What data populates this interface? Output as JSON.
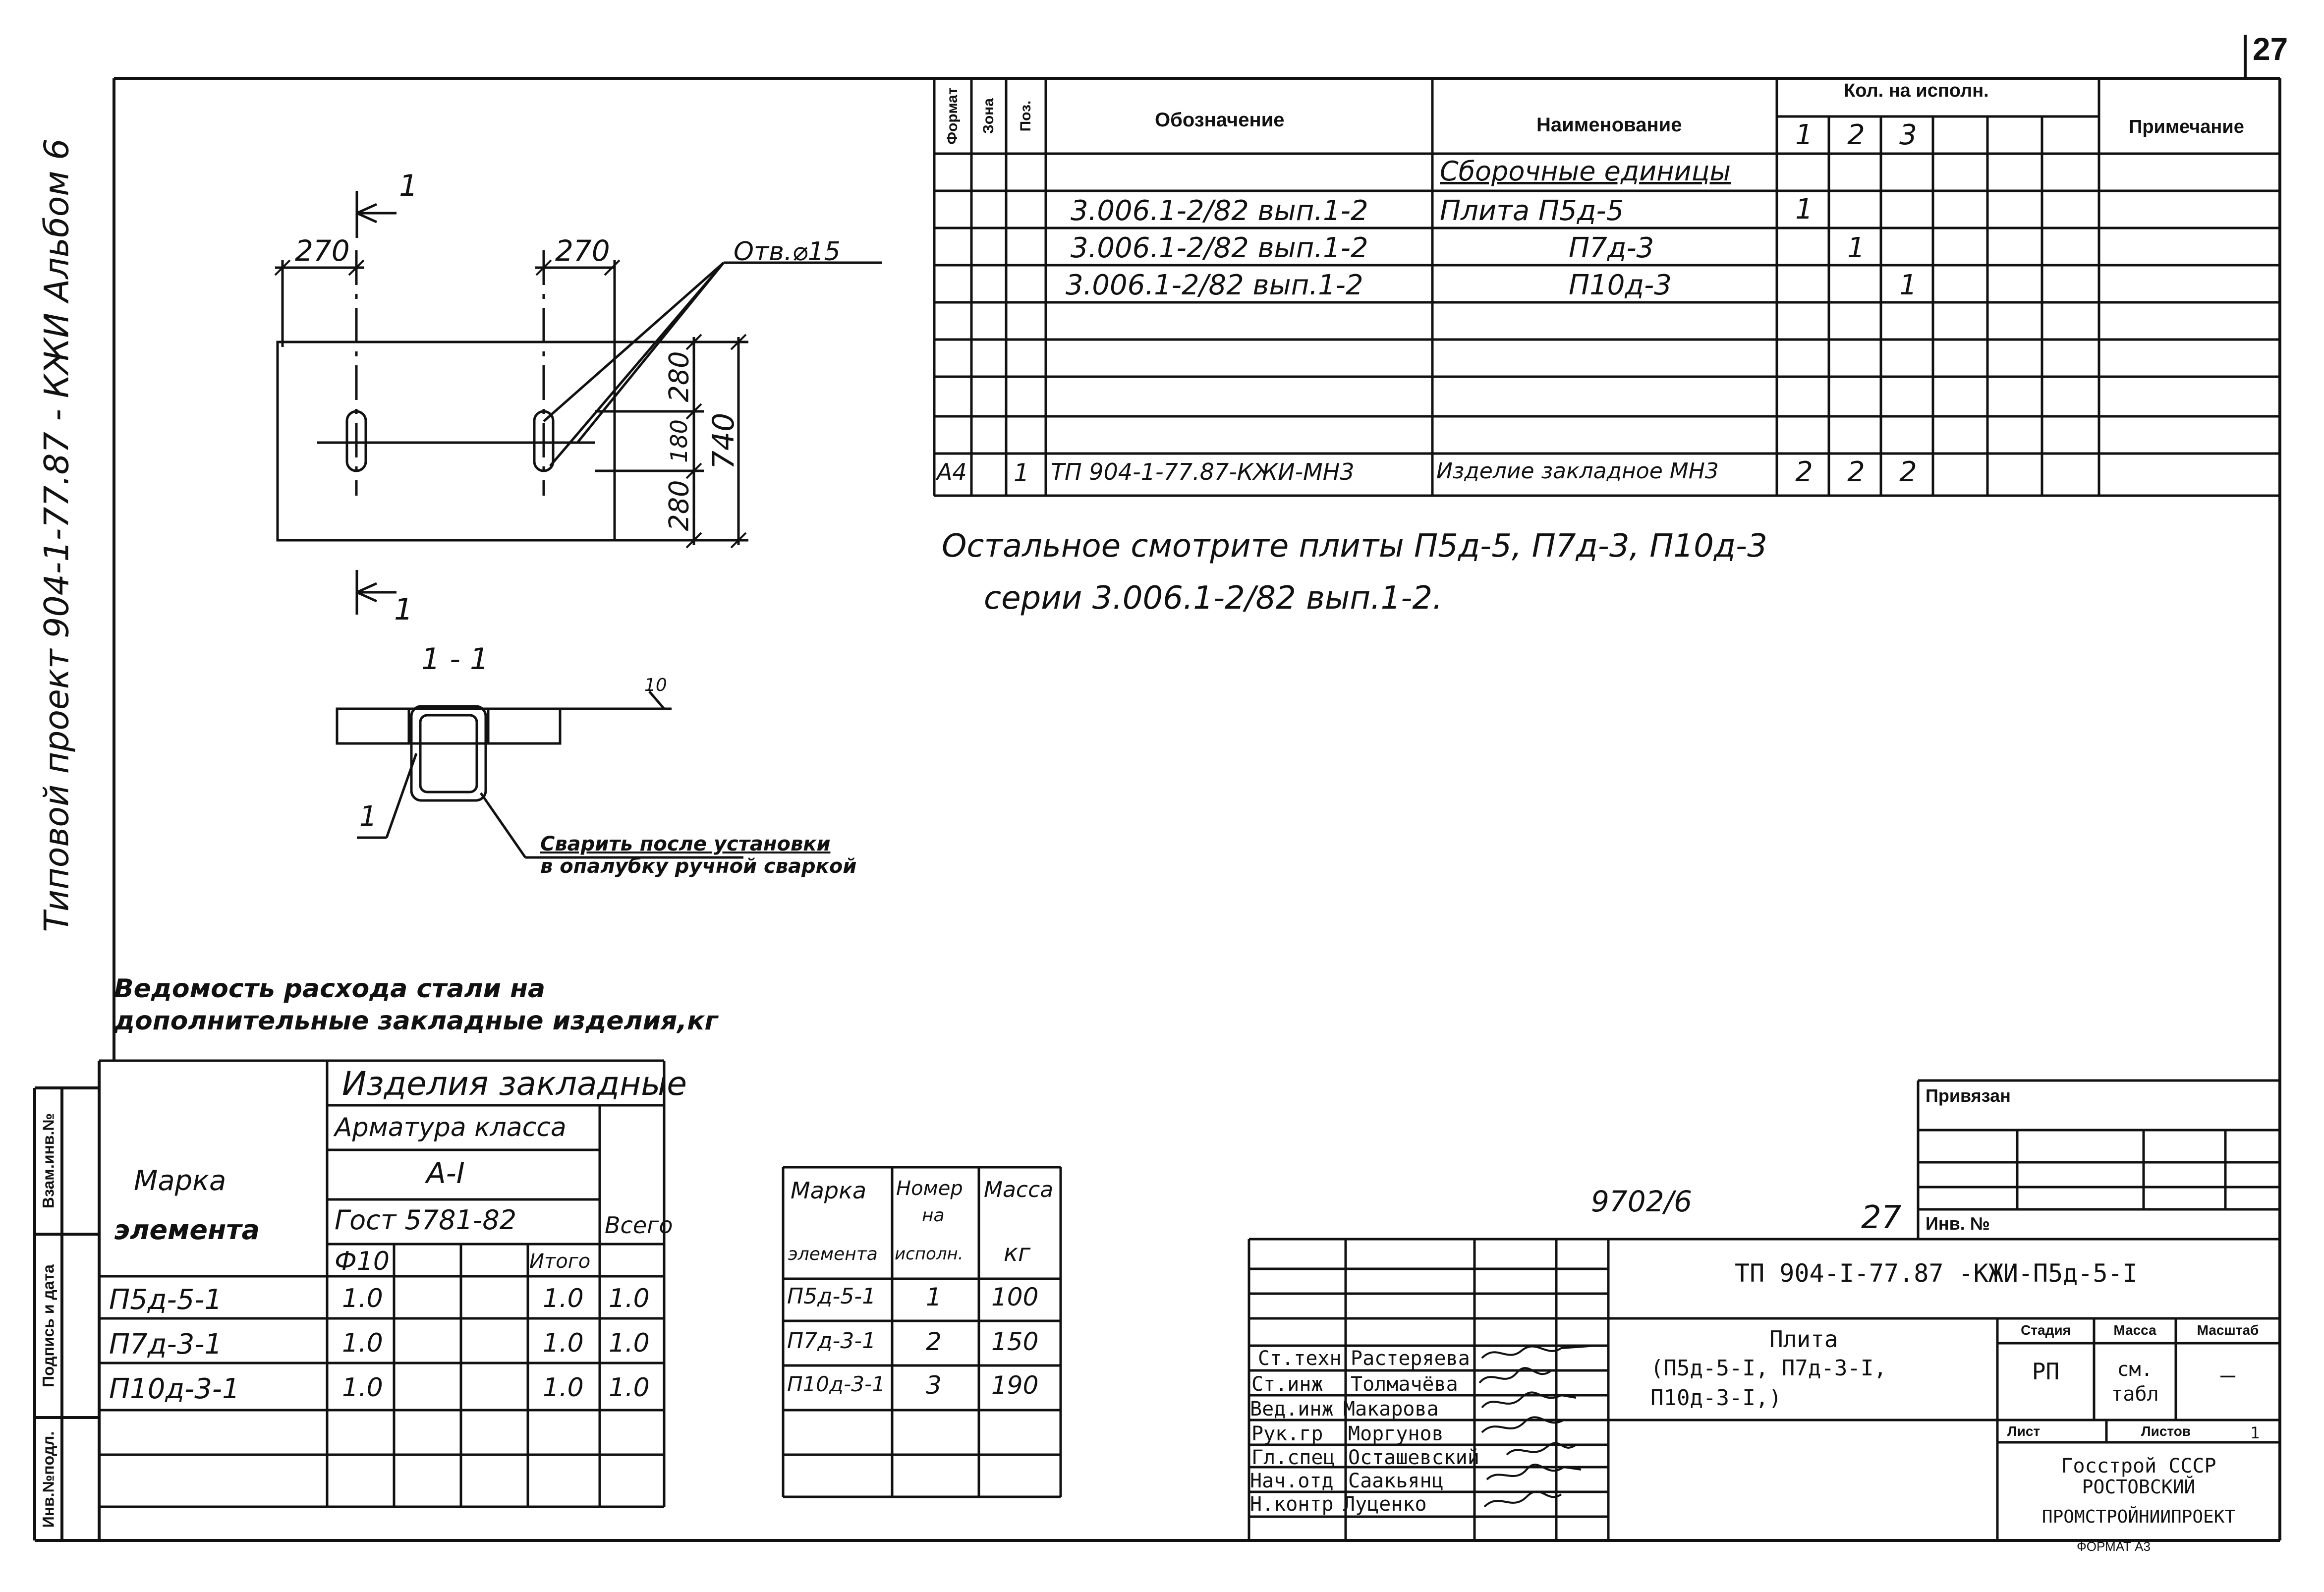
{
  "sheet_number": "27",
  "format_label": "ФОРМАТ А3",
  "side_title": "Типовой проект 904-1-77.87 - КЖИ Альбом 6",
  "left_strip": {
    "inv_podl": "Инв.№подл.",
    "podpis_data": "Подпись и дата",
    "vzam_inv": "Взам.инв.№"
  },
  "spec": {
    "headers": {
      "format": "Формат",
      "zona": "Зона",
      "poz": "Поз.",
      "oboznachenie": "Обозначение",
      "naimenovanie": "Наименование",
      "kol": "Кол. на исполн.",
      "primechanie": "Примечание",
      "isp": [
        "1",
        "2",
        "3"
      ]
    },
    "section_title": "Сборочные единицы",
    "rows": [
      {
        "format": "",
        "poz": "",
        "oboz": "3.006.1-2/82 вып.1-2",
        "name": "Плита  П5д-5",
        "q1": "1",
        "q2": "",
        "q3": ""
      },
      {
        "format": "",
        "poz": "",
        "oboz": "3.006.1-2/82 вып.1-2",
        "name": "П7д-3",
        "q1": "",
        "q2": "1",
        "q3": ""
      },
      {
        "format": "",
        "poz": "",
        "oboz": "3.006.1-2/82 вып.1-2",
        "name": "П10д-3",
        "q1": "",
        "q2": "",
        "q3": "1"
      },
      {
        "format": "А4",
        "poz": "1",
        "oboz": "ТП 904-1-77.87-КЖИ-МН3",
        "name": "Изделие закладное МН3",
        "q1": "2",
        "q2": "2",
        "q3": "2"
      }
    ]
  },
  "note_line1": "Остальное смотрите плиты П5д-5, П7д-3, П10д-3",
  "note_line2": "серии 3.006.1-2/82 вып.1-2.",
  "drawing": {
    "section_mark": "1",
    "dim_270_left": "270",
    "dim_270_right": "270",
    "hole_label": "Отв.⌀15",
    "dim_280_top": "280",
    "dim_180": "180",
    "dim_280_bottom": "280",
    "dim_740": "740",
    "section_title": "1 - 1",
    "section_weld": "10",
    "section_pos": "1",
    "weld_note_1": "Сварить после установки",
    "weld_note_2": "в опалубку ручной сваркой"
  },
  "steel_table": {
    "title_1": "Ведомость расхода стали на",
    "title_2": "дополнительные закладные изделия,кг",
    "marka": "Марка",
    "elementa": "элемента",
    "izdeliya": "Изделия закладные",
    "armatura": "Арматура класса",
    "klass": "А-I",
    "gost": "Гост 5781-82",
    "vsego": "Всего",
    "phi10": "Ф10",
    "itogo": "Итого",
    "rows": [
      {
        "mark": "П5д-5-1",
        "phi": "1.0",
        "itogo": "1.0",
        "vsego": "1.0"
      },
      {
        "mark": "П7д-3-1",
        "phi": "1.0",
        "itogo": "1.0",
        "vsego": "1.0"
      },
      {
        "mark": "П10д-3-1",
        "phi": "1.0",
        "itogo": "1.0",
        "vsego": "1.0"
      }
    ]
  },
  "mass_table": {
    "h_marka": "Марка",
    "h_elementa": "элемента",
    "h_nomer": "Номер",
    "h_na": "на",
    "h_ispoln": "исполн.",
    "h_massa": "Масса",
    "h_kg": "кг",
    "rows": [
      {
        "mark": "П5д-5-1",
        "num": "1",
        "mass": "100"
      },
      {
        "mark": "П7д-3-1",
        "num": "2",
        "mass": "150"
      },
      {
        "mark": "П10д-3-1",
        "num": "3",
        "mass": "190"
      }
    ]
  },
  "stamp": {
    "archive": "9702/6",
    "sheet_hand": "27",
    "privyazan": "Привязан",
    "inv_no": "Инв. №",
    "code": "ТП  904-I-77.87  -КЖИ-П5д-5-I",
    "title_1": "Плита",
    "title_2": "(П5д-5-I, П7д-3-I,",
    "title_3": "П10д-3-I,)",
    "stadiya_h": "Стадия",
    "massa_h": "Масса",
    "masshtab_h": "Масштаб",
    "stadiya": "РП",
    "massa_1": "см.",
    "massa_2": "табл",
    "masshtab": "—",
    "list_h": "Лист",
    "listov_h": "Листов",
    "listov": "1",
    "org_1": "Госстрой  СССР",
    "org_2": "РОСТОВСКИЙ",
    "org_3": "ПРОМСТРОЙНИИПРОЕКТ",
    "roles": [
      {
        "role": "Ст.техн",
        "name": "Растеряева"
      },
      {
        "role": "Ст.инж",
        "name": "Толмачёва"
      },
      {
        "role": "Вед.инж",
        "name": "Макарова"
      },
      {
        "role": "Рук.гр",
        "name": "Моргунов"
      },
      {
        "role": "Гл.спец",
        "name": "Осташевский"
      },
      {
        "role": "Нач.отд",
        "name": "Саакьянц"
      },
      {
        "role": "Н.контр",
        "name": "Луценко"
      }
    ]
  }
}
